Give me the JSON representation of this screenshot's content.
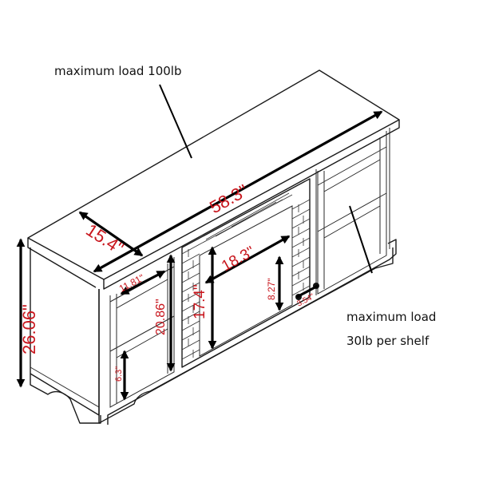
{
  "annotations": {
    "top_load": "maximum load 100lb",
    "shelf_load_line1": "maximum load",
    "shelf_load_line2": "30lb per shelf"
  },
  "dimensions": {
    "width": "58.3\"",
    "depth": "15.4\"",
    "height": "26.06\"",
    "fireplace_width": "18.3\"",
    "fireplace_height": "17.4\"",
    "side_opening_height": "20.86\"",
    "side_shelf_depth": "11.81\"",
    "fireplace_depth": "8.27\"",
    "fireplace_offset": "3.54\"",
    "bottom_shelf_gap": "6.3\""
  },
  "colors": {
    "dimension_text": "#c8161d",
    "outline": "#1a1a1a",
    "arrow": "#000000"
  }
}
